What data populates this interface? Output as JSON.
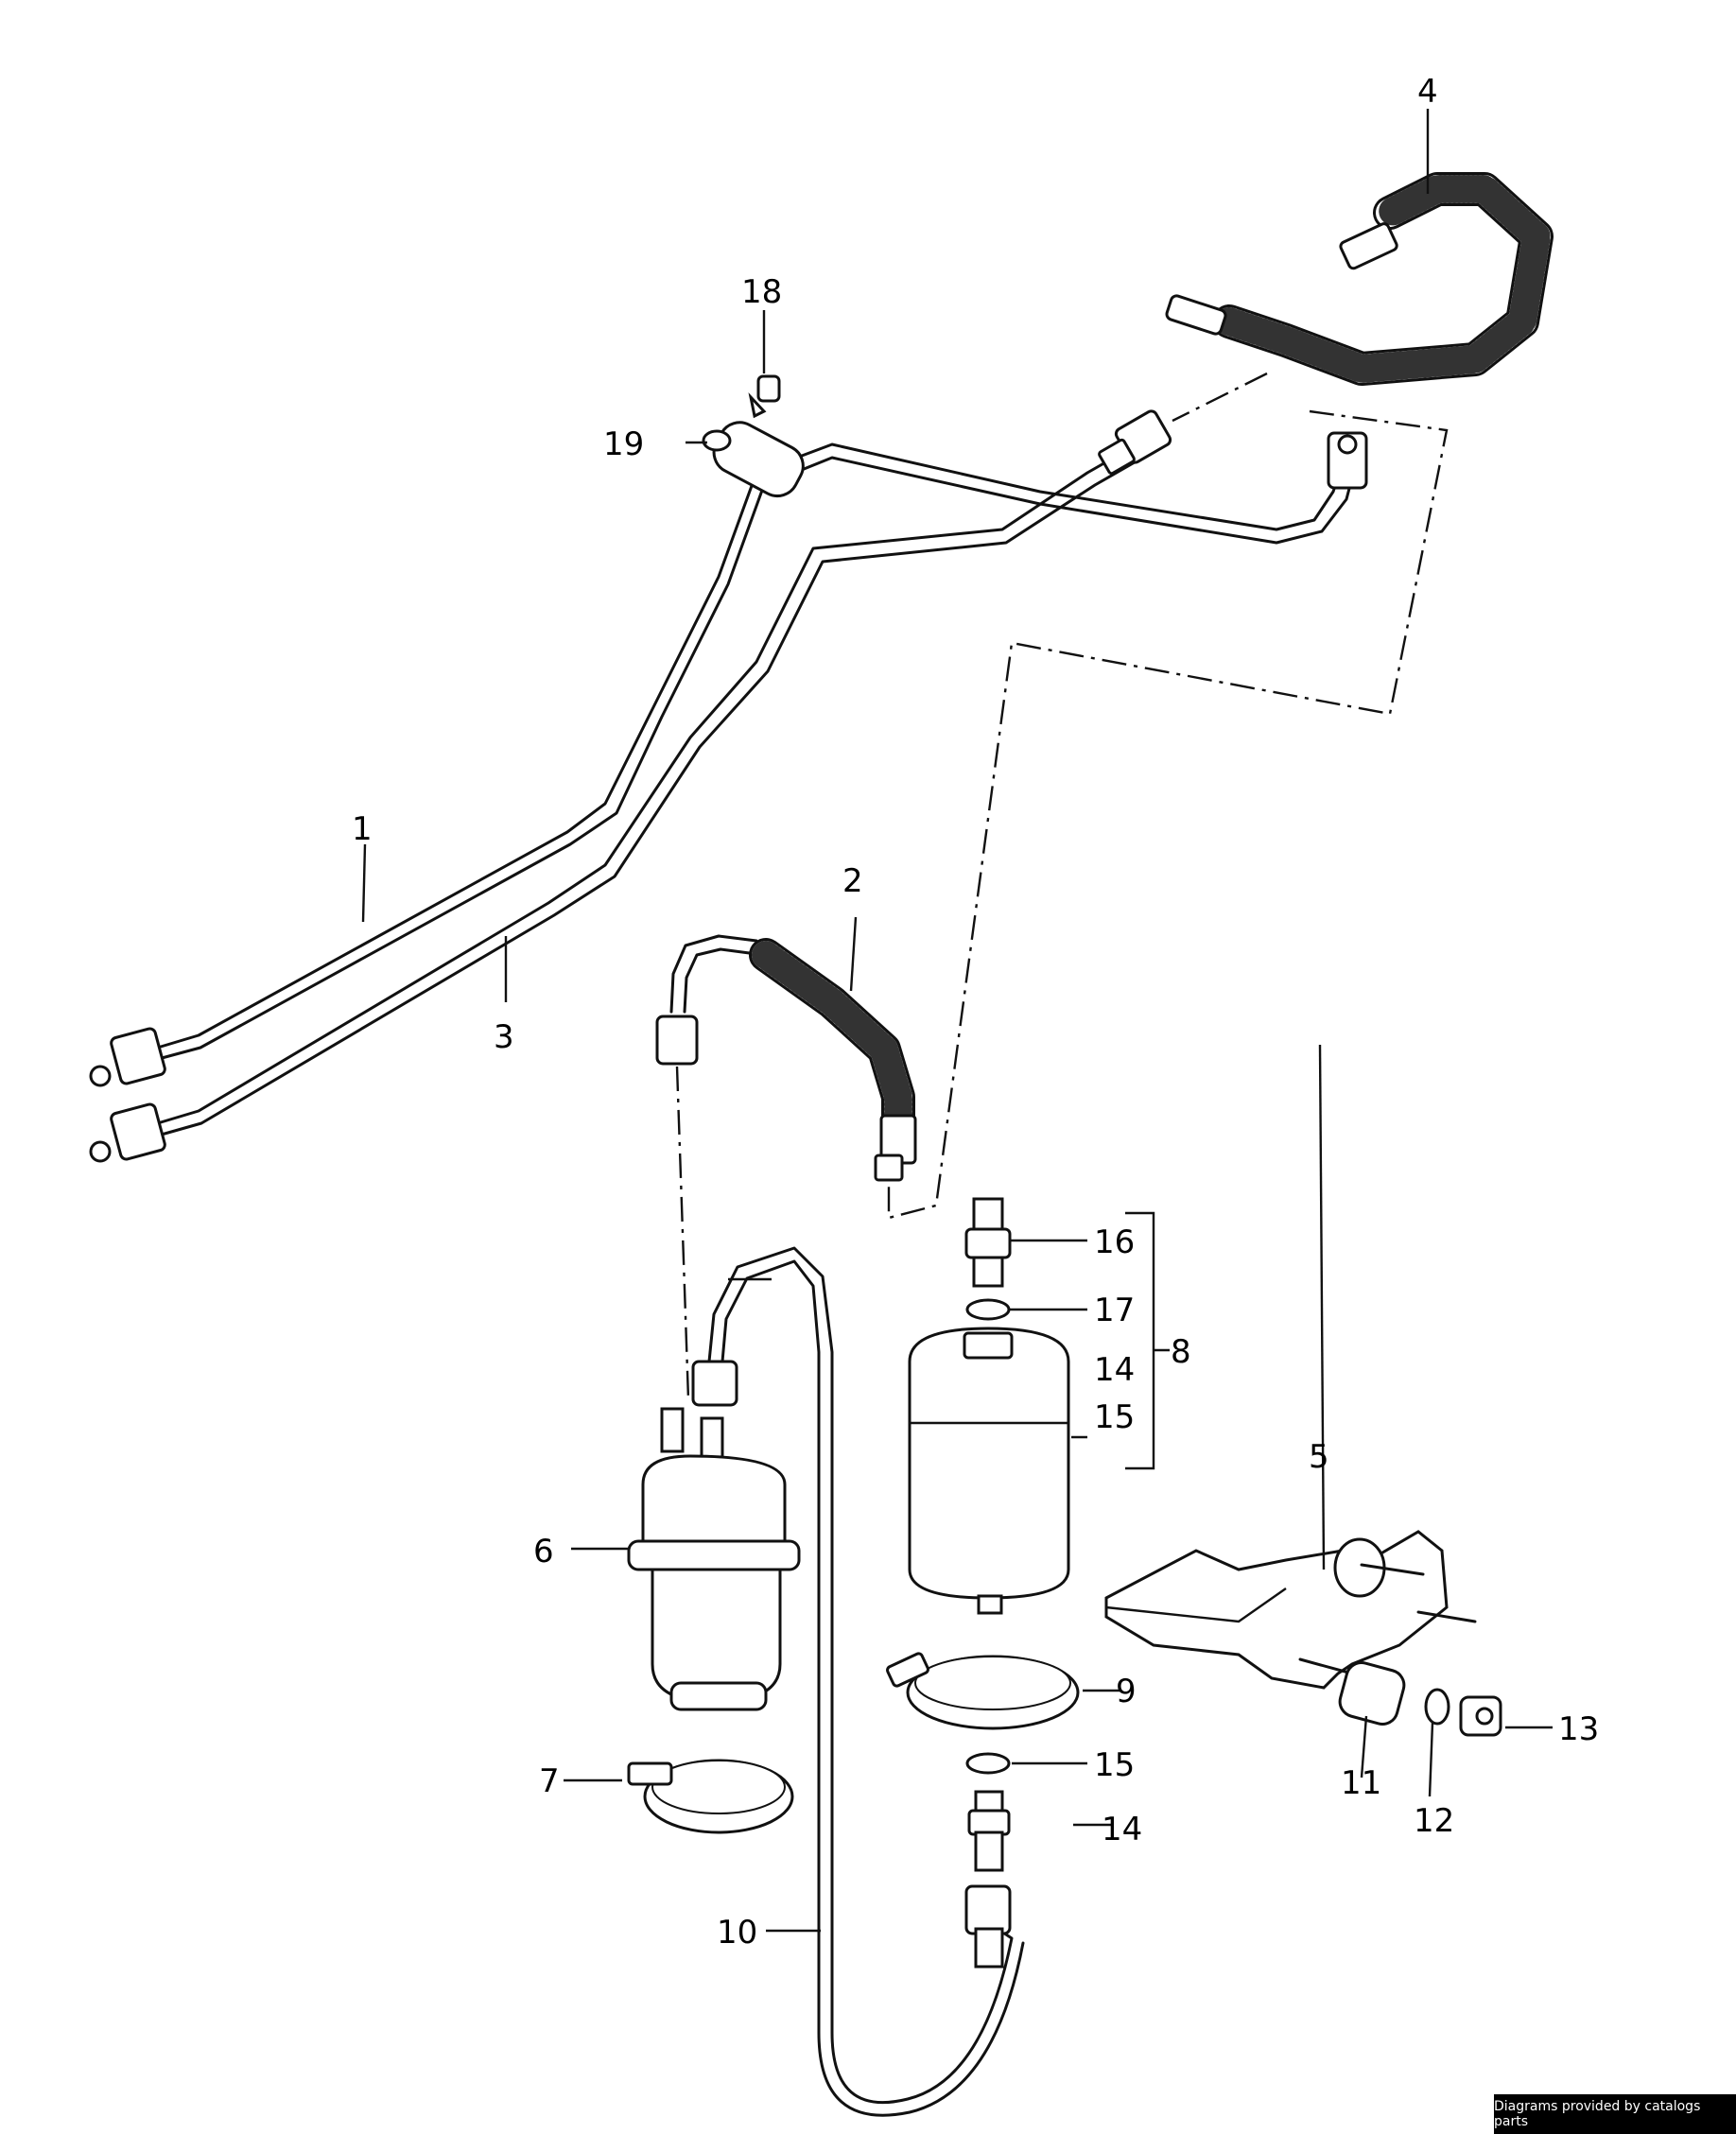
{
  "callouts": {
    "c1": "1",
    "c2": "2",
    "c3": "3",
    "c4": "4",
    "c5": "5",
    "c6": "6",
    "c7": "7",
    "c8": "8",
    "c9": "9",
    "c10": "10",
    "c11": "11",
    "c12": "12",
    "c13": "13",
    "c14a": "14",
    "c14b": "14",
    "c15a": "15",
    "c15b": "15",
    "c16": "16",
    "c17": "17",
    "c18": "18",
    "c19": "19"
  },
  "footer": {
    "credit": "Diagrams provided by catalogs parts"
  }
}
